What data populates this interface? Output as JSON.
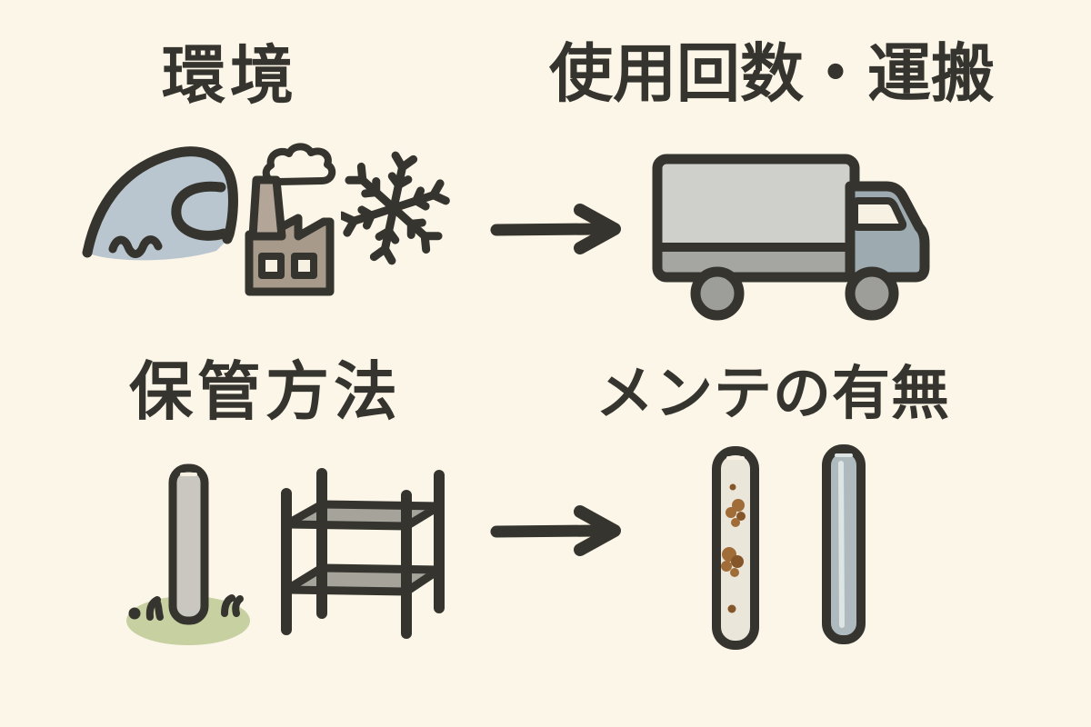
{
  "colors": {
    "paper": "#fcf6e8",
    "ink": "#35342e",
    "wave_fill": "#bac6cf",
    "factory_fill": "#a79a8b",
    "chimney_fill": "#b3a698",
    "truck_box_fill": "#cfcfcc",
    "truck_box_lower": "#a5a5a2",
    "truck_cab_fill": "#9dabb1",
    "wheel_fill": "#9d9d9a",
    "window_fill": "#f6f1e2",
    "shelf_fill": "#a6a39b",
    "pole_fill": "#c9c7c0",
    "grass_fill": "#c7d0a0",
    "rust_pole_fill": "#eae6da",
    "rust_spot": "#a06c38",
    "rust_spot_dark": "#85562a",
    "clean_pole_fill": "#afbabe",
    "pole_highlight": "#dde4e4"
  },
  "quadrants": {
    "top_left": {
      "label": "環境",
      "icons": [
        "wave-icon",
        "factory-icon",
        "snowflake-icon"
      ]
    },
    "top_right": {
      "label": "使用回数・運搬",
      "icons": [
        "truck-icon"
      ]
    },
    "bottom_left": {
      "label": "保管方法",
      "icons": [
        "pole-in-grass-icon",
        "shelf-rack-icon"
      ]
    },
    "bottom_right": {
      "label": "メンテの有無",
      "icons": [
        "rusty-pipe-icon",
        "clean-pipe-icon"
      ]
    }
  },
  "arrows": [
    {
      "name": "arrow-top",
      "direction": "right"
    },
    {
      "name": "arrow-bottom",
      "direction": "right"
    }
  ]
}
